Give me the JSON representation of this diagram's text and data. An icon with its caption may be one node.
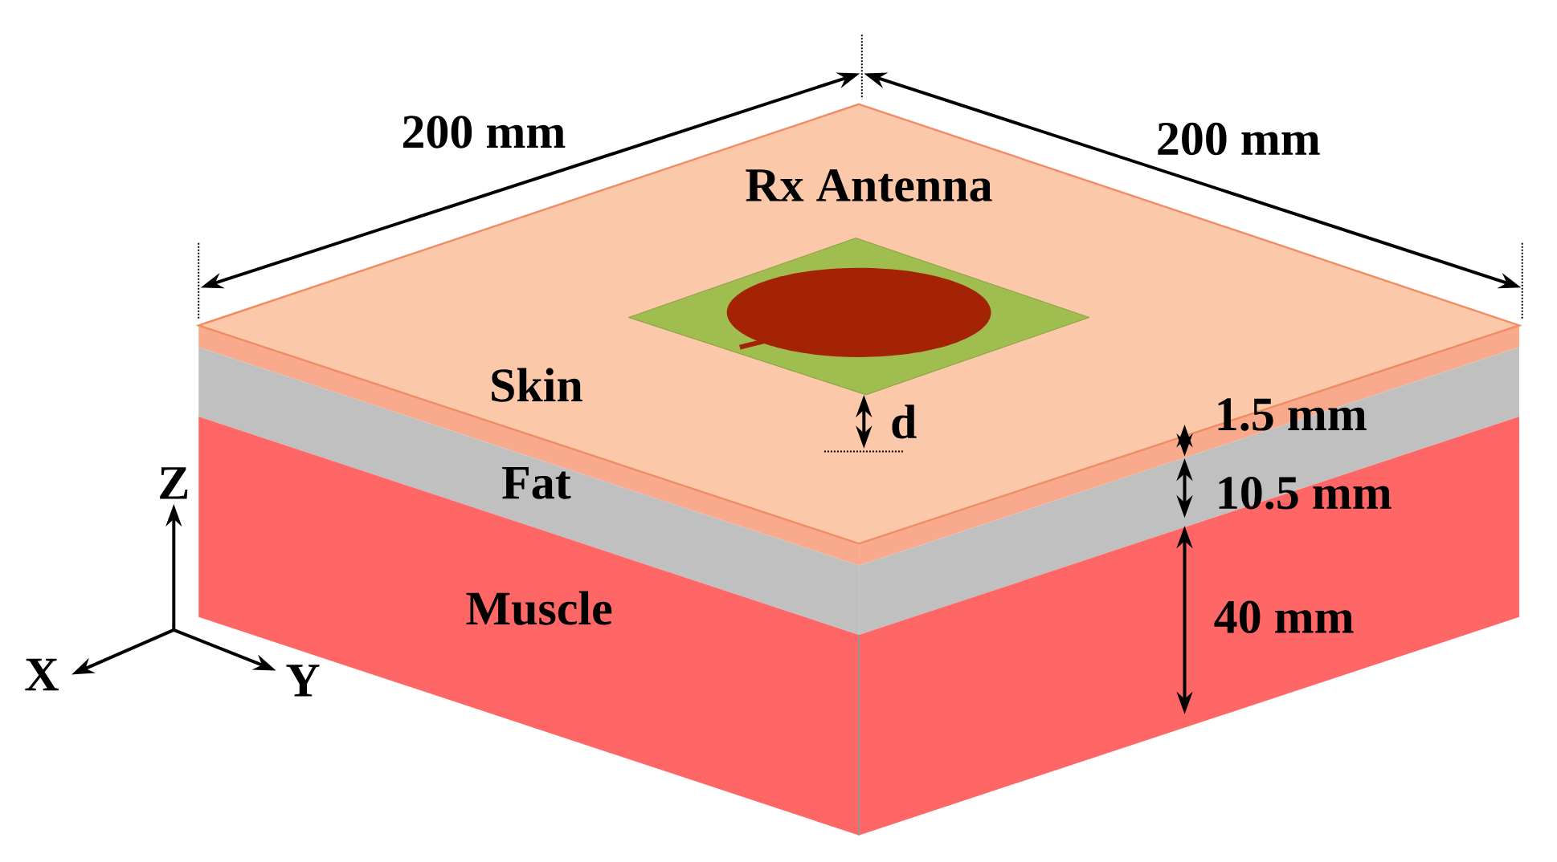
{
  "diagram": {
    "labels": [
      "200 mm",
      "200 mm",
      "Rx Antenna",
      "Skin",
      "d",
      "1.5 mm",
      "Z",
      "Fat",
      "10.5 mm",
      "Muscle",
      "40 mm",
      "X",
      "Y"
    ]
  }
}
